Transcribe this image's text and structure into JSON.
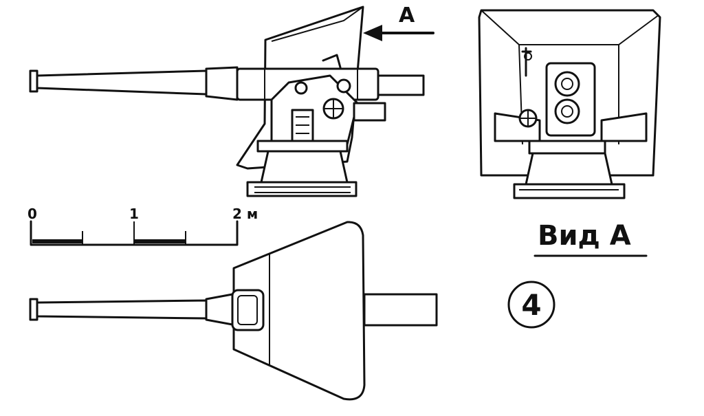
{
  "view_arrow_label": "А",
  "scale_bar": {
    "ticks": [
      "0",
      "1",
      "2 м"
    ]
  },
  "view_title": "Вид А",
  "figure_number": "4",
  "colors": {
    "ink": "#111111",
    "paper": "#ffffff"
  }
}
